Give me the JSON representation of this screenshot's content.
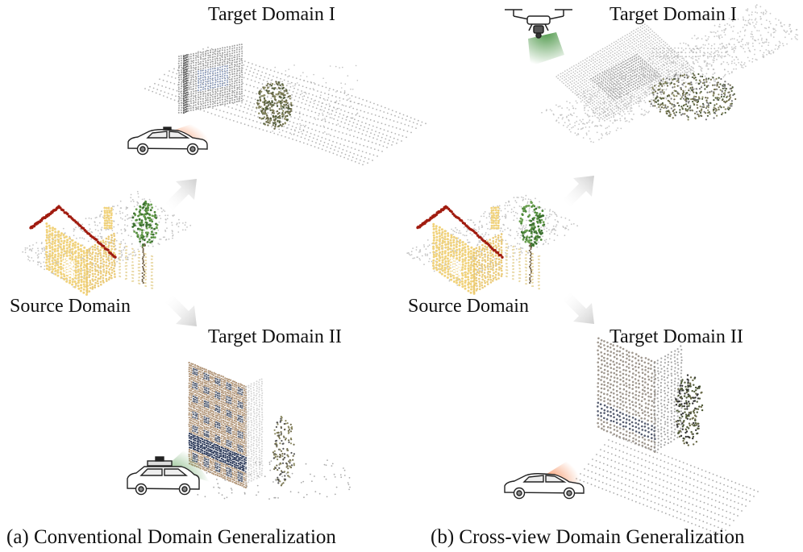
{
  "panels": [
    {
      "caption": "(a) Conventional Domain Generalization",
      "source_label": "Source Domain",
      "target1_label": "Target Domain I",
      "target2_label": "Target Domain II",
      "target1_sensor": "car",
      "target2_sensor": "suv-with-roof-lidar"
    },
    {
      "caption": "(b) Cross-view Domain Generalization",
      "source_label": "Source Domain",
      "target1_label": "Target Domain I",
      "target2_label": "Target Domain II",
      "target1_sensor": "drone",
      "target2_sensor": "car"
    }
  ],
  "colors": {
    "house_wall": "#f1d27a",
    "roof": "#a11c10",
    "tree": "#4f8a3a",
    "ground": "#b8b8b8",
    "beam_car": "#f26b2a",
    "beam_green": "#3f8f3a",
    "arrow": "#d8d8d8"
  }
}
